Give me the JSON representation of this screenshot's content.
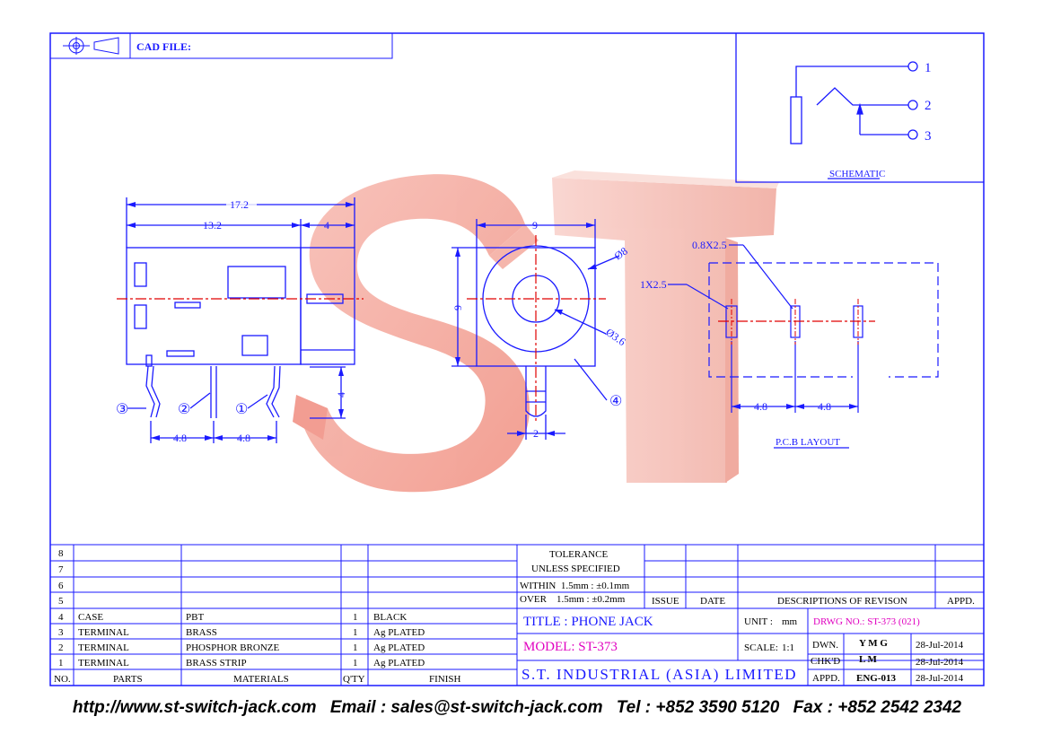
{
  "header": {
    "cad_file_label": "CAD FILE:"
  },
  "schematic": {
    "title": "SCHEMATIC",
    "pins": [
      "1",
      "2",
      "3"
    ]
  },
  "side_view": {
    "dims": {
      "overall_length": "17.2",
      "body_length": "13.2",
      "front_length": "4",
      "terminal_height": "4",
      "pitch_a": "4.8",
      "pitch_b": "4.8"
    },
    "terminal_labels": [
      "③",
      "②",
      "①"
    ]
  },
  "front_view": {
    "dims": {
      "width": "9",
      "height": "9",
      "outer_dia": "Ø8",
      "hole_dia": "Ø3.6",
      "pin_width": "2"
    },
    "label_4": "④"
  },
  "pcb_layout": {
    "title": "P.C.B LAYOUT",
    "slot_a": "1X2.5",
    "slot_b": "0.8X2.5",
    "pitch_a": "4.8",
    "pitch_b": "4.8"
  },
  "parts_table": {
    "empty_rows": [
      "8",
      "7",
      "6",
      "5"
    ],
    "rows": [
      {
        "no": "4",
        "part": "CASE",
        "material": "PBT",
        "qty": "1",
        "finish": "BLACK"
      },
      {
        "no": "3",
        "part": "TERMINAL",
        "material": "BRASS",
        "qty": "1",
        "finish": "Ag PLATED"
      },
      {
        "no": "2",
        "part": "TERMINAL",
        "material": "PHOSPHOR BRONZE",
        "qty": "1",
        "finish": "Ag PLATED"
      },
      {
        "no": "1",
        "part": "TERMINAL",
        "material": "BRASS STRIP",
        "qty": "1",
        "finish": "Ag PLATED"
      }
    ],
    "headers": {
      "no": "NO.",
      "parts": "PARTS",
      "materials": "MATERIALS",
      "qty": "Q'TY",
      "finish": "FINISH"
    }
  },
  "tolerance": {
    "title": "TOLERANCE",
    "subtitle": "UNLESS SPECIFIED",
    "within": "WITHIN  1.5mm : ±0.1mm",
    "over": "OVER    1.5mm : ±0.2mm"
  },
  "revision": {
    "issue": "ISSUE",
    "date": "DATE",
    "description": "DESCRIPTIONS OF REVISON",
    "appd": "APPD."
  },
  "title_block": {
    "title": "TITLE : PHONE JACK",
    "unit_label": "UNIT :",
    "unit_value": "mm",
    "drwg_no": "DRWG NO.: ST-373 (021)",
    "model": "MODEL: ST-373",
    "scale_label": "SCALE:",
    "scale_value": "1:1",
    "company": "S.T. INDUSTRIAL (ASIA) LIMITED",
    "dwn_label": "DWN.",
    "dwn_value": "Y M G",
    "dwn_date": "28-Jul-2014",
    "chkd_label": "CHK'D",
    "chkd_value": "L M",
    "chkd_date": "28-Jul-2014",
    "appd_label": "APPD.",
    "appd_value": "ENG-013",
    "appd_date": "28-Jul-2014"
  },
  "watermark": "ST",
  "footer": {
    "website": "http://www.st-switch-jack.com",
    "email": "Email : sales@st-switch-jack.com",
    "tel": "Tel : +852 3590 5120",
    "fax": "Fax : +852 2542 2342"
  },
  "colors": {
    "line": "#1a1aff",
    "centerline": "#e00000",
    "magenta": "#e000c0",
    "watermark": "#f3a49a"
  }
}
